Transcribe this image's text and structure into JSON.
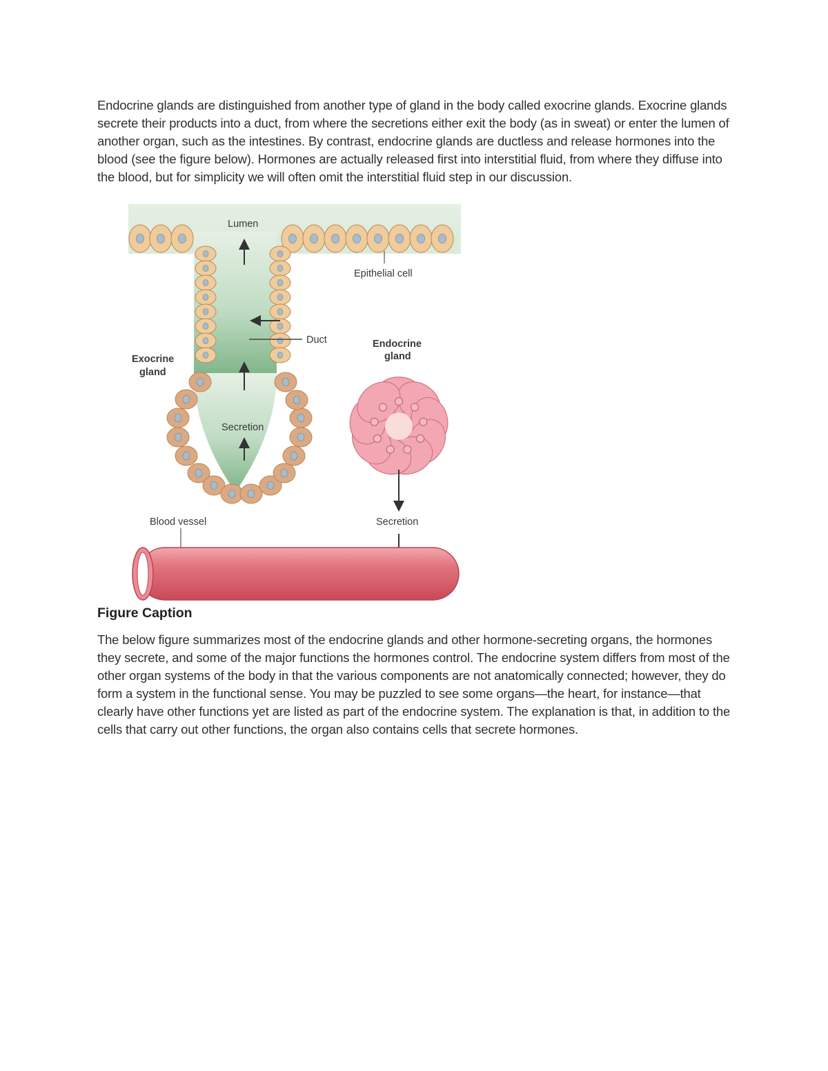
{
  "intro_paragraph": "Endocrine glands are distinguished from another type of gland in the body called exocrine glands. Exocrine glands secrete their products into a duct, from where the secretions either exit the body (as in sweat) or enter the lumen of another organ, such as the intestines. By contrast, endocrine glands are ductless and release hormones into the blood (see the figure below). Hormones are actually released first into interstitial fluid, from where they diffuse into the blood, but for simplicity we will often omit the interstitial fluid step in our discussion.",
  "figure": {
    "labels": {
      "lumen": "Lumen",
      "epithelial_cell": "Epithelial cell",
      "duct": "Duct",
      "exocrine_line1": "Exocrine",
      "exocrine_line2": "gland",
      "endocrine_line1": "Endocrine",
      "endocrine_line2": "gland",
      "secretion_exocrine": "Secretion",
      "secretion_endocrine": "Secretion",
      "blood_vessel": "Blood vessel"
    },
    "colors": {
      "lumen_fill": "#dcebd9",
      "epithelial_cell": "#f0cc9c",
      "gland_cell": "#dba983",
      "nucleus": "#a9bcc7",
      "endocrine_cell": "#f2a7b2",
      "blood_vessel": "#df6c76"
    }
  },
  "caption_heading": "Figure Caption",
  "caption_paragraph": "The below figure summarizes most of the endocrine glands and other hormone-secreting organs, the hormones they secrete, and some of the major functions the hormones control. The endocrine system differs from most of the other organ systems of the body in that the various components are not anatomically connected; however, they do form a system in the functional sense. You may be puzzled to see some organs—the heart, for instance—that clearly have other functions yet are listed as part of the endocrine system. The explanation is that, in addition to the cells that carry out other functions, the organ also contains cells that secrete hormones."
}
